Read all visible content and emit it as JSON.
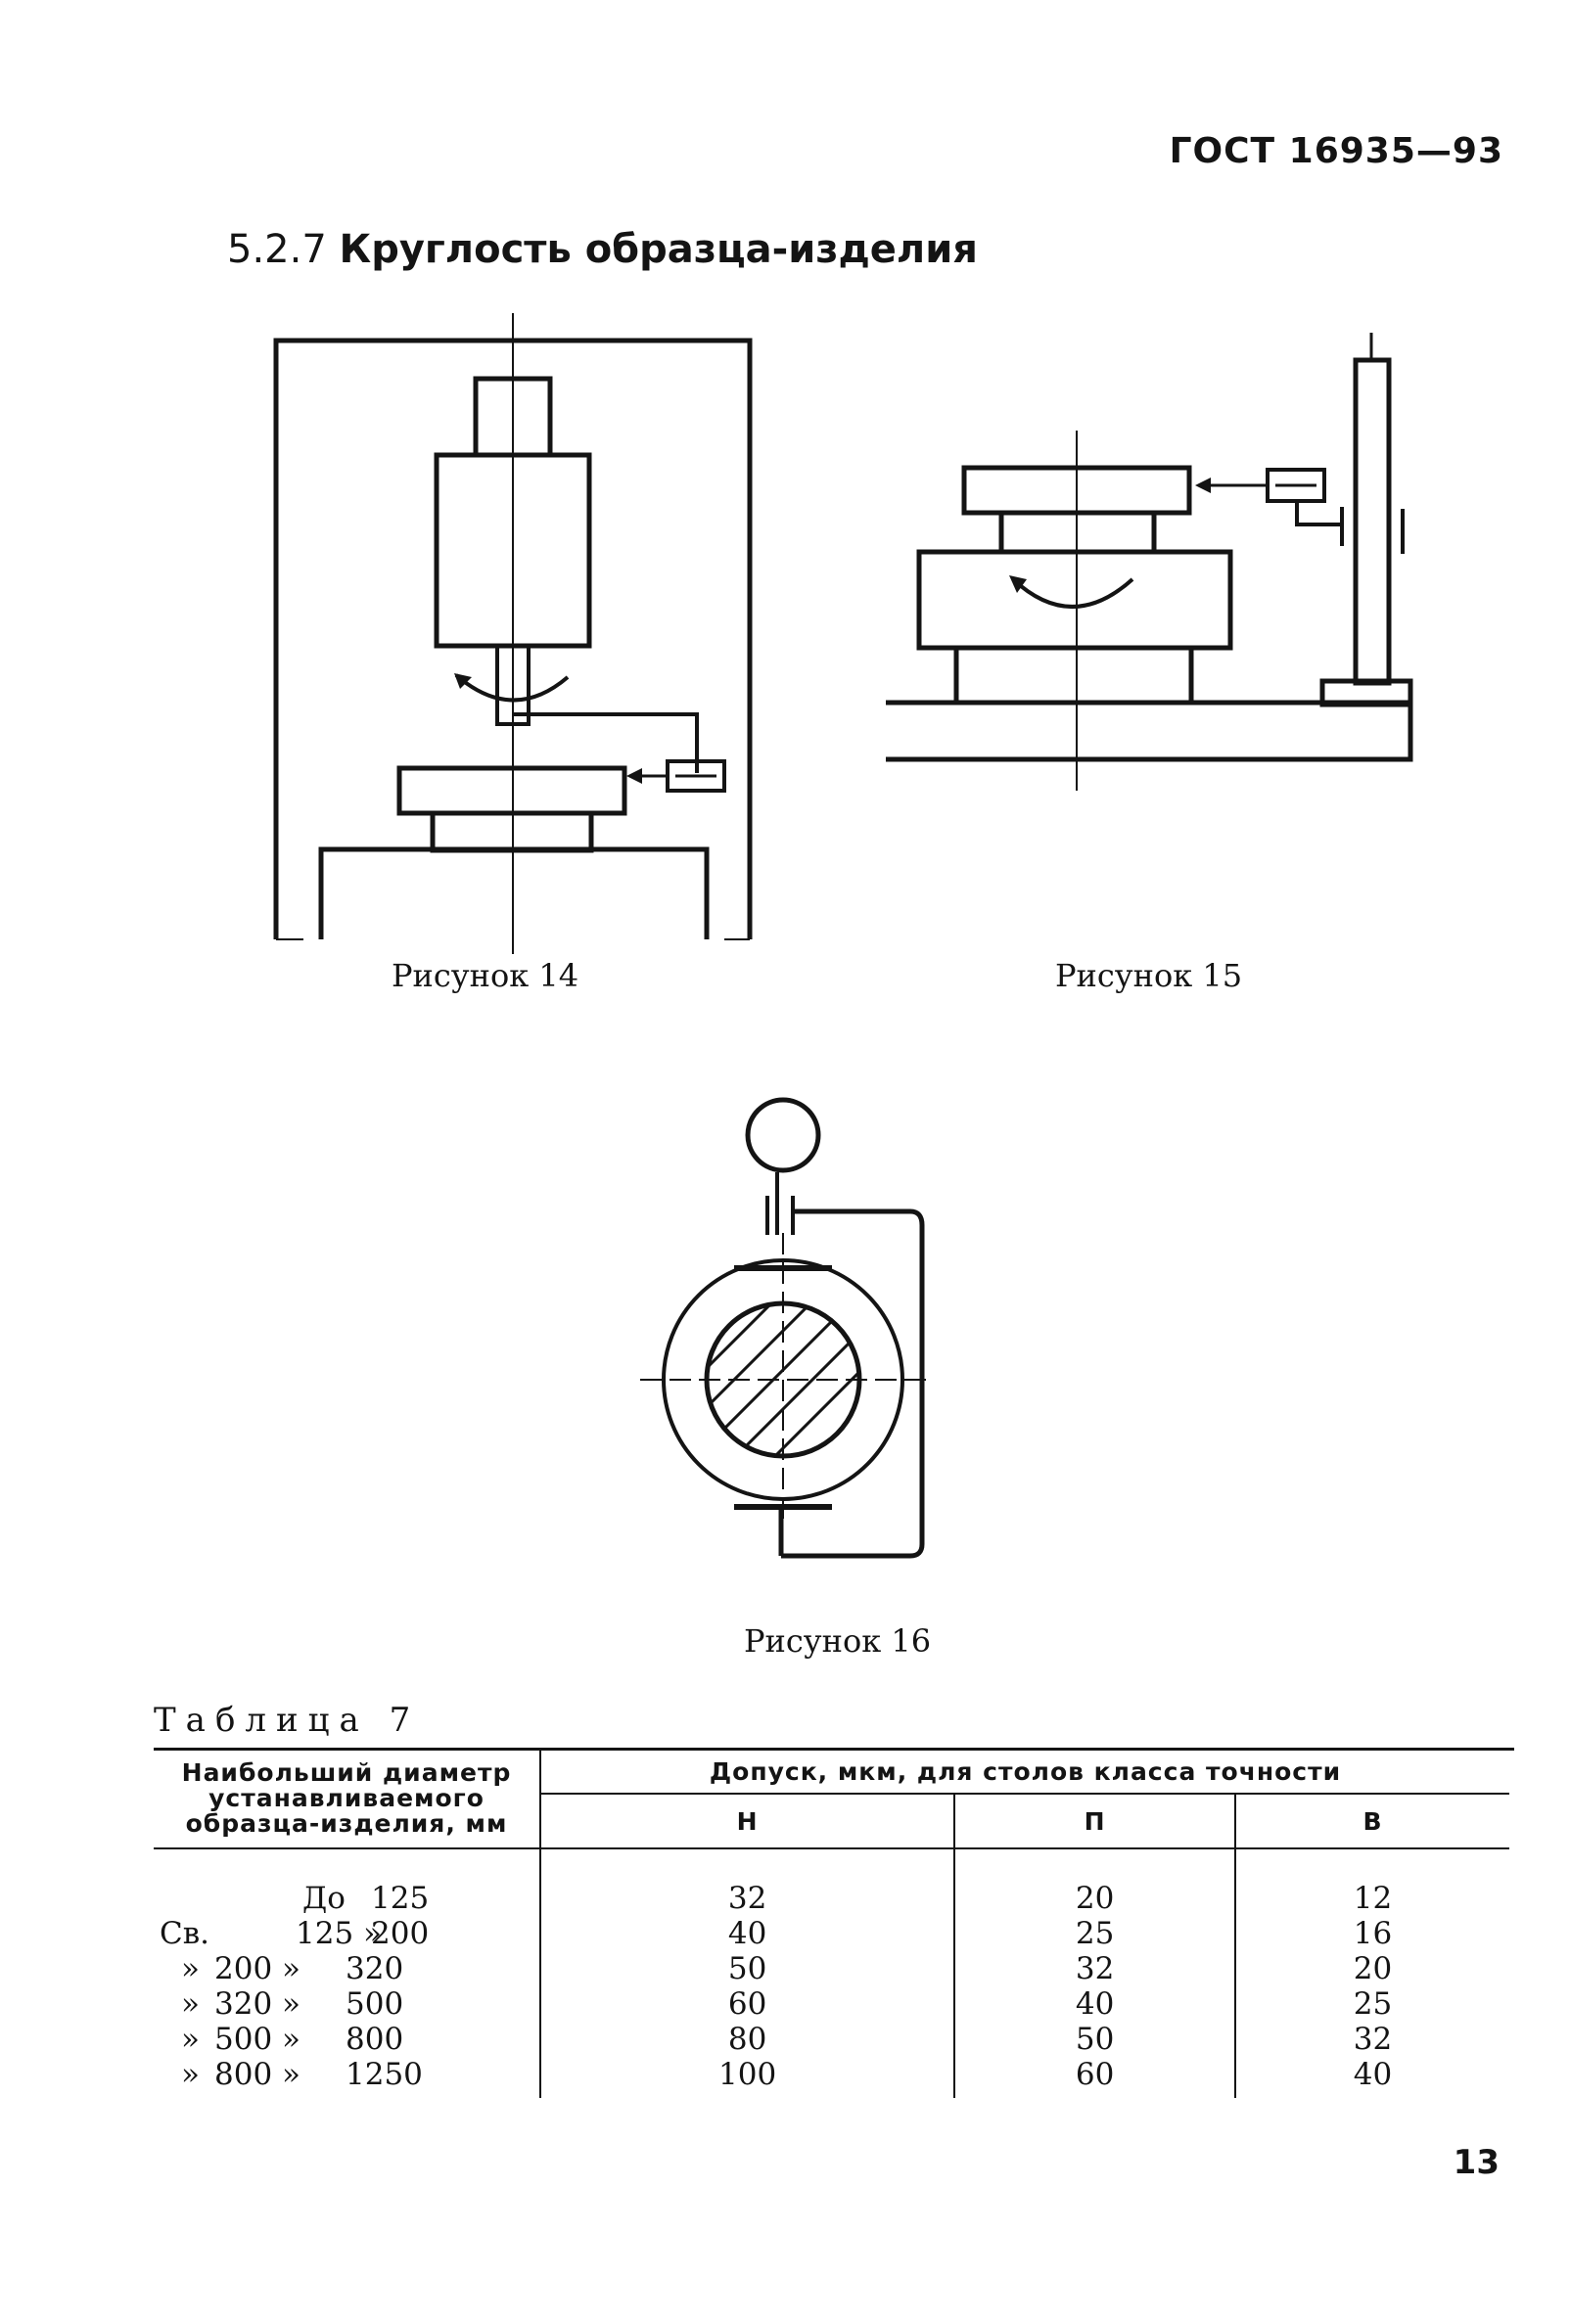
{
  "header": {
    "standard_code": "ГОСТ 16935—93"
  },
  "section": {
    "number": "5.2.7",
    "title": "Круглость образца-изделия"
  },
  "figures": {
    "fig14_caption": "Рисунок 14",
    "fig15_caption": "Рисунок 15",
    "fig16_caption": "Рисунок 16"
  },
  "table": {
    "label": "Таблица 7",
    "col1_header": "Наибольший диаметр устанавливаемого образца-изделия, мм",
    "group_header": "Допуск, мкм, для столов класса точности",
    "classes": [
      "Н",
      "П",
      "В"
    ],
    "rows": [
      {
        "prefix": "",
        "from": "До",
        "to": "125",
        "values": [
          "32",
          "20",
          "12"
        ]
      },
      {
        "prefix": "Св.",
        "from": "125 »",
        "to": "200",
        "values": [
          "40",
          "25",
          "16"
        ]
      },
      {
        "prefix": "»",
        "from": "200 »",
        "to": "320",
        "values": [
          "50",
          "32",
          "20"
        ]
      },
      {
        "prefix": "»",
        "from": "320 »",
        "to": "500",
        "values": [
          "60",
          "40",
          "25"
        ]
      },
      {
        "prefix": "»",
        "from": "500 »",
        "to": "800",
        "values": [
          "80",
          "50",
          "32"
        ]
      },
      {
        "prefix": "»",
        "from": "800 »",
        "to": "1250",
        "values": [
          "100",
          "60",
          "40"
        ]
      }
    ]
  },
  "page": {
    "number": "13"
  }
}
